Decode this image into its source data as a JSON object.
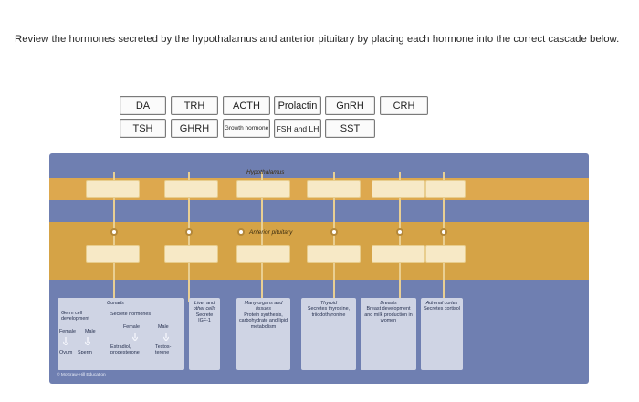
{
  "instructions": "Review the hormones secreted by the hypothalamus and anterior pituitary by placing each hormone into the correct cascade below.",
  "word_bank": {
    "row1": [
      "DA",
      "TRH",
      "ACTH",
      "Prolactin",
      "GnRH",
      "CRH"
    ],
    "row2": [
      "TSH",
      "GHRH",
      "Growth hormone",
      "FSH and LH",
      "SST"
    ]
  },
  "diagram": {
    "hypothalamus_label": "Hypothalamus",
    "anterior_pituitary_label": "Anterior pituitary",
    "gonads": {
      "title": "Gonads",
      "germ_cell": "Germ cell development",
      "secrete": "Secrete hormones",
      "female_left": "Female",
      "male_left": "Male",
      "female_right": "Female",
      "male_right": "Male",
      "ovum": "Ovum",
      "sperm": "Sperm",
      "estradiol": "Estradiol, progesterone",
      "testosterone": "Testos-terone"
    },
    "targets": {
      "liver": {
        "title": "Liver and other cells",
        "body": "Secrete IGF-1"
      },
      "organs": {
        "title": "Many organs and tissues",
        "body": "Protein synthesis, carbohydrate and lipid metabolism"
      },
      "thyroid": {
        "title": "Thyroid",
        "body": "Secretes thyroxine, triiodothyronine"
      },
      "breasts": {
        "title": "Breasts",
        "body": "Breast development and milk production in women"
      },
      "adrenal": {
        "title": "Adrenal cortex",
        "body": "Secretes cortisol"
      }
    },
    "publisher": "© McGraw-Hill Education"
  }
}
